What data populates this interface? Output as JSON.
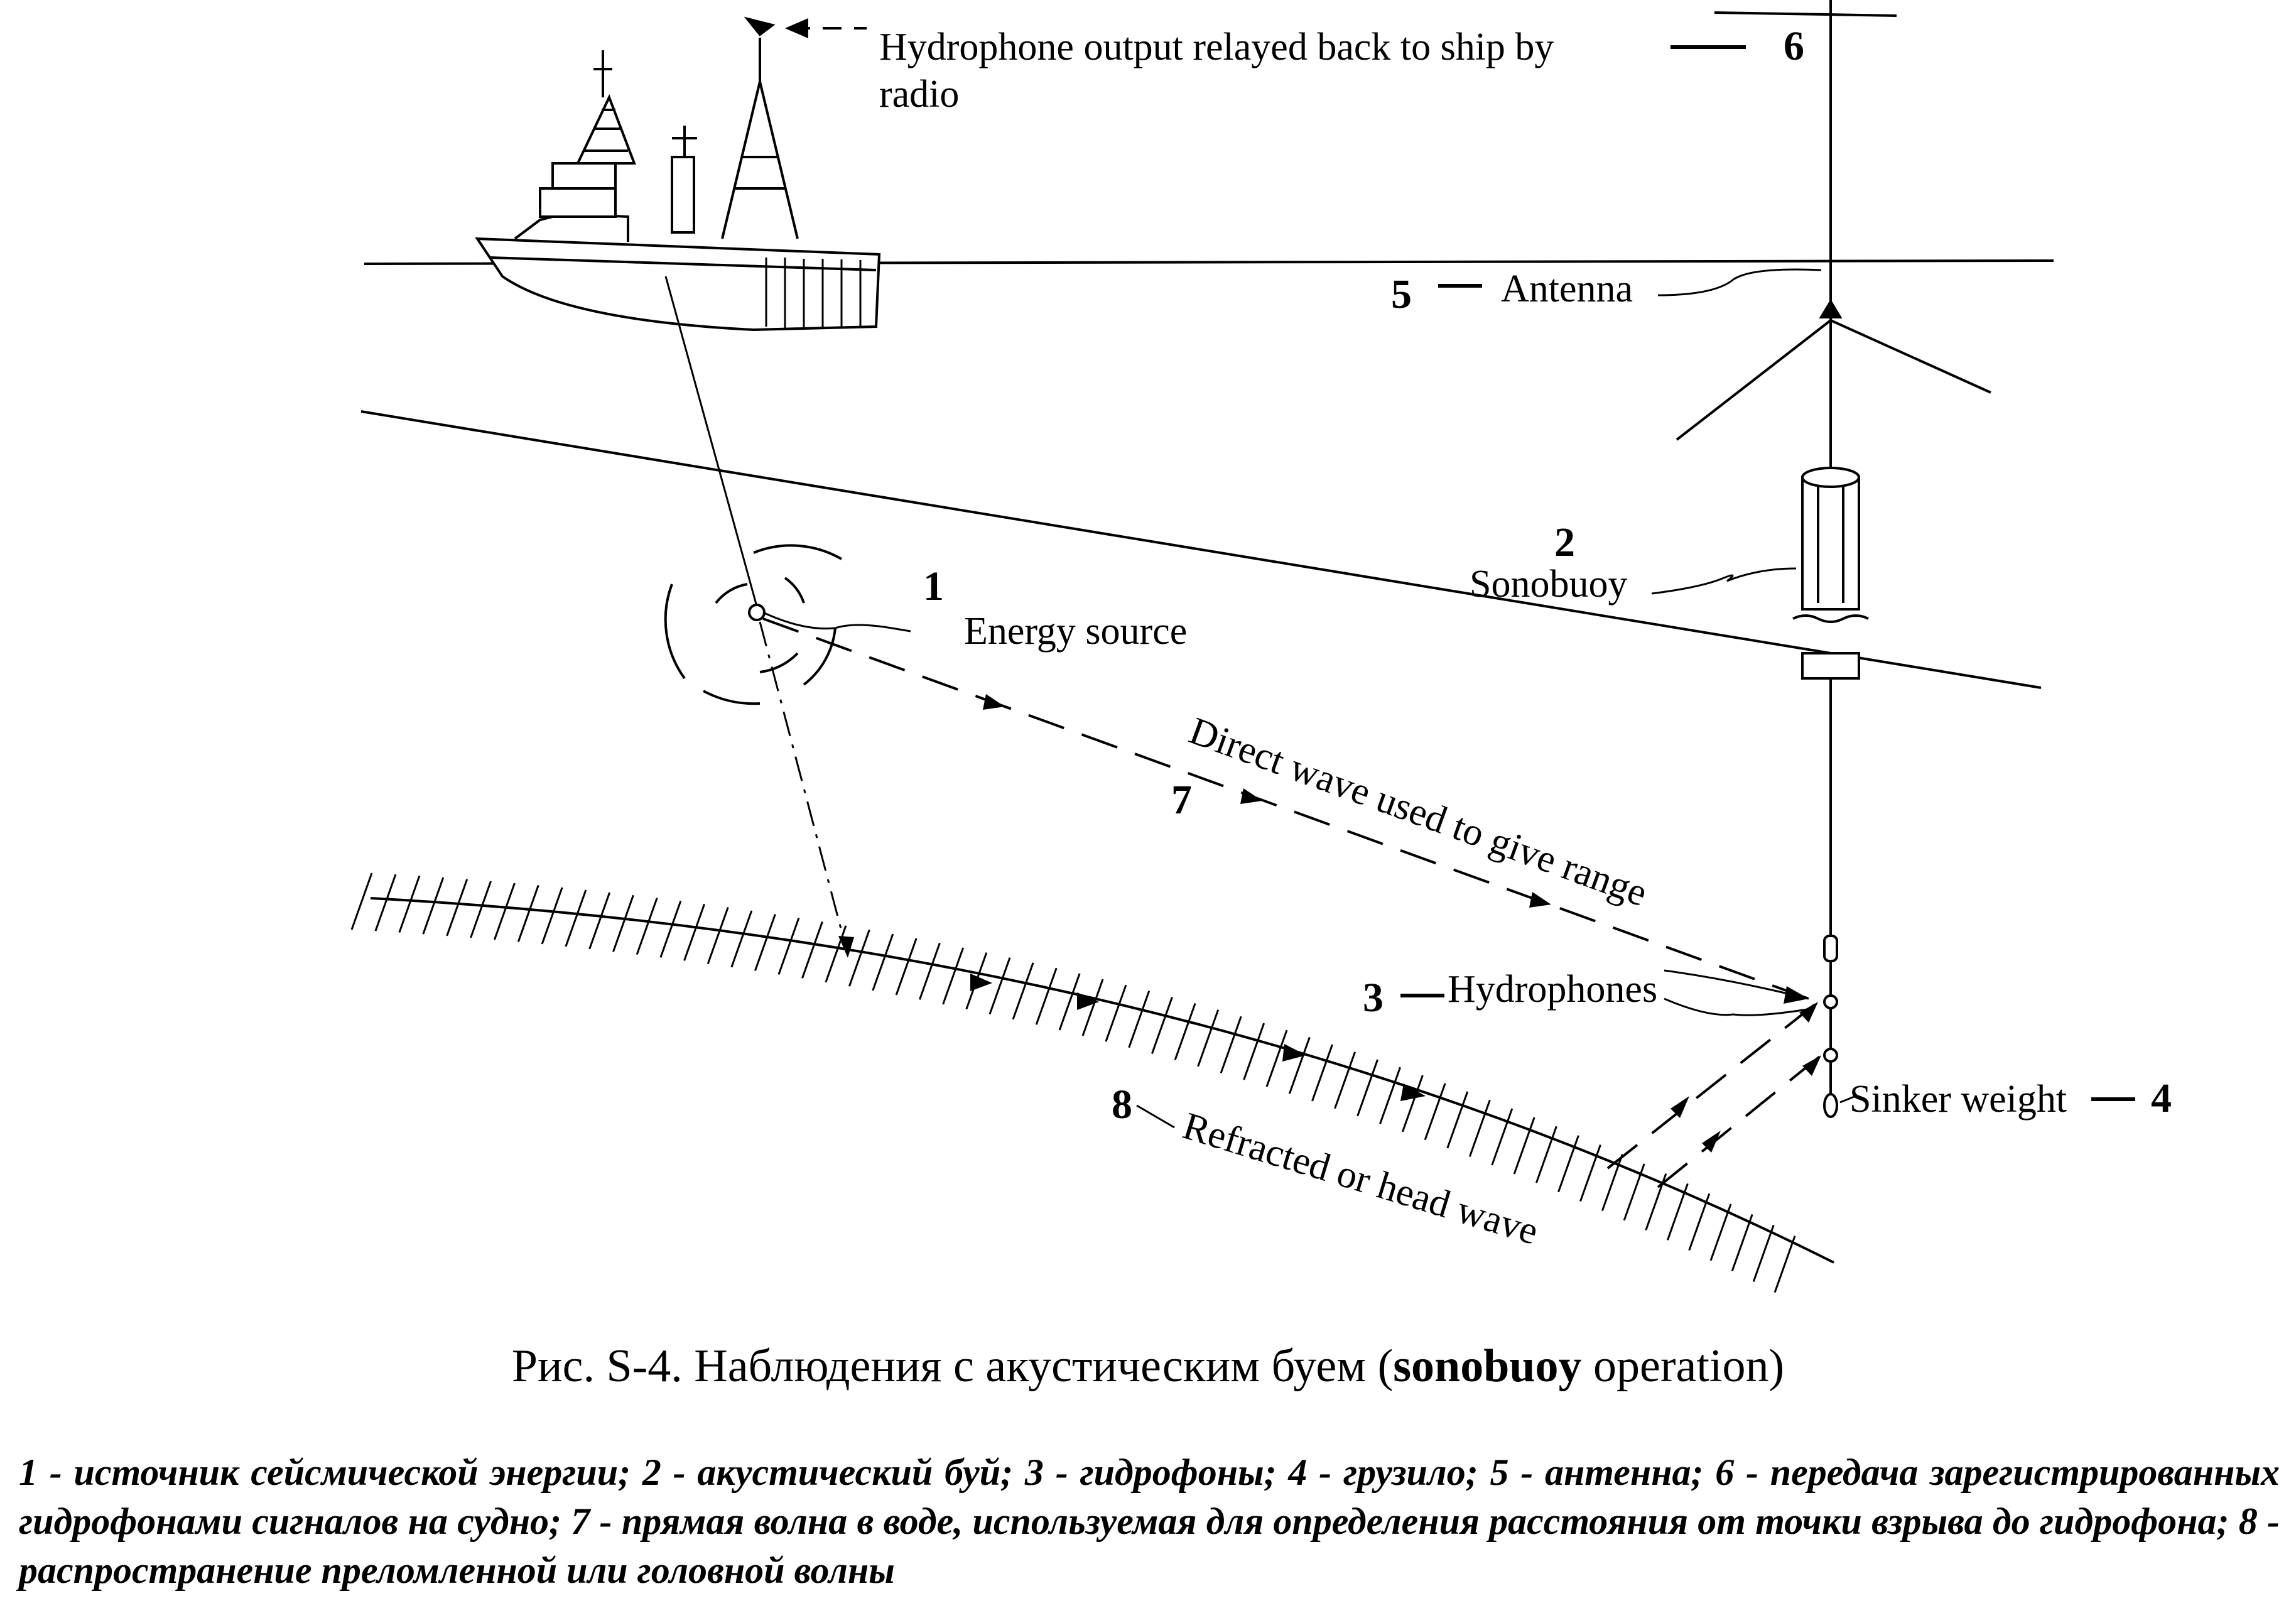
{
  "diagram": {
    "labels": {
      "relay": [
        "Hydrophone output relayed back to ship by",
        "radio"
      ],
      "energy_source": "Energy source",
      "sonobuoy": "Sonobuoy",
      "antenna": "Antenna",
      "hydrophones": "Hydrophones",
      "sinker_weight": "Sinker weight",
      "direct_wave": "Direct wave used to give range",
      "refracted_wave": "Refracted or head wave"
    },
    "numbers": {
      "n1": "1",
      "n2": "2",
      "n3": "3",
      "n4": "4",
      "n5": "5",
      "n6": "6",
      "n7": "7",
      "n8": "8"
    }
  },
  "caption": {
    "title_prefix": "Рис. S-4. Наблюдения с акустическим буем (",
    "title_bold": "sonobuoy",
    "title_suffix": " operation)",
    "legend": "1 - источник сейсмической энергии; 2 - акустический буй; 3 - гидрофоны; 4 - грузило; 5 - антенна; 6 - передача зарегистрированных гидрофонами сигналов на судно; 7 - прямая волна в воде, используемая для определения расстояния от точки взрыва до гидрофона; 8 - распространение преломленной или головной волны"
  }
}
